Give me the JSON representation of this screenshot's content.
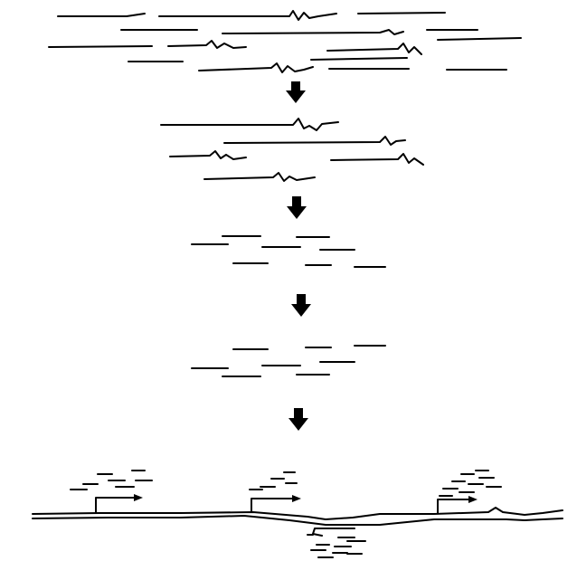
{
  "diagram": {
    "stages": [
      {
        "id": "stage-1",
        "description_visible": ""
      },
      {
        "id": "stage-2",
        "description_visible": ""
      },
      {
        "id": "stage-3",
        "description_visible": ""
      },
      {
        "id": "stage-4",
        "description_visible": ""
      },
      {
        "id": "stage-5",
        "description_visible": ""
      }
    ],
    "arrow_count": 4,
    "line_color": "#000000",
    "background_color": "#ffffff"
  }
}
